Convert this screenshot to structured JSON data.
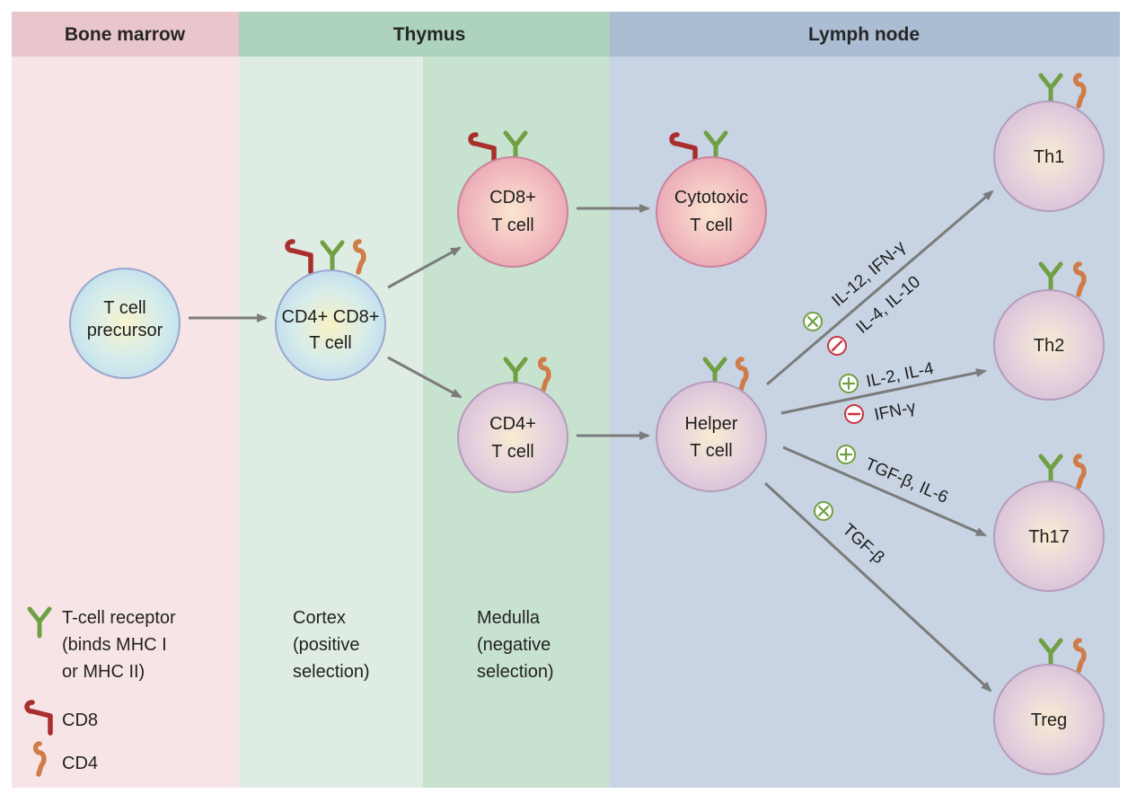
{
  "zones": {
    "bone_marrow": "Bone marrow",
    "thymus": "Thymus",
    "lymph_node": "Lymph node"
  },
  "cells": {
    "precursor": [
      "T cell",
      "precursor"
    ],
    "double_positive": [
      "CD4+ CD8+",
      "T cell"
    ],
    "cd8": [
      "CD8+",
      "T cell"
    ],
    "cd4": [
      "CD4+",
      "T cell"
    ],
    "cytotoxic": [
      "Cytotoxic",
      "T cell"
    ],
    "helper": [
      "Helper",
      "T cell"
    ],
    "th1": "Th1",
    "th2": "Th2",
    "th17": "Th17",
    "treg": "Treg"
  },
  "pathways": {
    "th1_promote": "IL-12, IFN-γ",
    "th1_inhibit": "IL-4, IL-10",
    "th2_promote": "IL-2, IL-4",
    "th2_inhibit": "IFN-γ",
    "th17_promote": "TGF-β, IL-6",
    "treg_promote": "TGF-β"
  },
  "regions": {
    "cortex": [
      "Cortex",
      "(positive",
      "selection)"
    ],
    "medulla": [
      "Medulla",
      "(negative",
      "selection)"
    ]
  },
  "legend": {
    "tcr": [
      "T-cell receptor",
      "(binds MHC I",
      "or MHC II)"
    ],
    "cd8": "CD8",
    "cd4": "CD4"
  },
  "colors": {
    "bone_marrow_bg": "#f7e4e7",
    "bone_marrow_header": "#e9c6cb",
    "cortex_bg": "#dfece3",
    "medulla_bg": "#c8e2d0",
    "thymus_header": "#add3bc",
    "lymph_bg": "#c8d4e3",
    "lymph_header": "#aabdd3",
    "tcr": "#6fa043",
    "cd8": "#a92f2f",
    "cd4": "#cf7c48",
    "arrow": "#7b7b7b",
    "promote": "#6fa043",
    "inhibit": "#c9343f"
  }
}
